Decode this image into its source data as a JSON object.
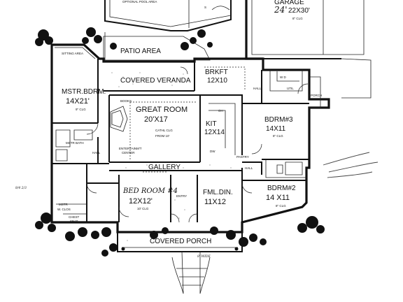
{
  "plan": {
    "rooms": {
      "pool": "OPTIONAL POOL AREA",
      "garage_title": "GARAGE",
      "garage_size": "22X30'",
      "garage_ceiling": "8\" CLG",
      "patio": "PATIO AREA",
      "sitting": "SITTING AREA",
      "covered_veranda": "COVERED VERANDA",
      "brkft": "BRKFT",
      "brkft_size": "12X10",
      "master_bedroom": "MSTR.BDRM.",
      "master_size": "14X21'",
      "master_ceiling": "9\" CLG",
      "great_room": "GREAT ROOM",
      "great_size": "20'X17",
      "great_ceiling_1": "CATHL CLG",
      "great_ceiling_2": "FROM 10'",
      "entertainment_1": "ENTERTAINM'T",
      "entertainment_2": "CENTER",
      "books": "BOOKS",
      "kitchen": "KIT",
      "kitchen_size": "12X14",
      "oh": "OH",
      "pantry": "PANTRY",
      "dw": "DW",
      "hall": "HALL",
      "util": "UTIL",
      "wd": "W  D",
      "porch_small": "PORCH",
      "mstr_bath": "MSTR BATH",
      "bdrm3": "BDRM#3",
      "bdrm3_size": "14X11",
      "bdrm3_ceiling": "8\" CLG",
      "gallery": "GALLERY",
      "bed4_label": "BED ROOM #4",
      "bed4_size": "12X12'",
      "bed4_ceiling": "10' CLG",
      "entry": "ENTRY",
      "fmldin": "FML.DIN.",
      "fmldin_size": "11X12",
      "bdrm2": "BDRM#2",
      "bdrm2_size": "14 X11",
      "bdrm2_ceiling": "8\" CLG",
      "mstr_wclos_1": "MSTR",
      "mstr_wclos_2": "W. CLOS",
      "chest_1": "CHEST",
      "chest_2": "SEAT",
      "covered_porch": "COVERED PORCH",
      "porch_dim": "8' WIDE",
      "garage_note": "24'",
      "margin_note": "8/4 2/3"
    }
  }
}
